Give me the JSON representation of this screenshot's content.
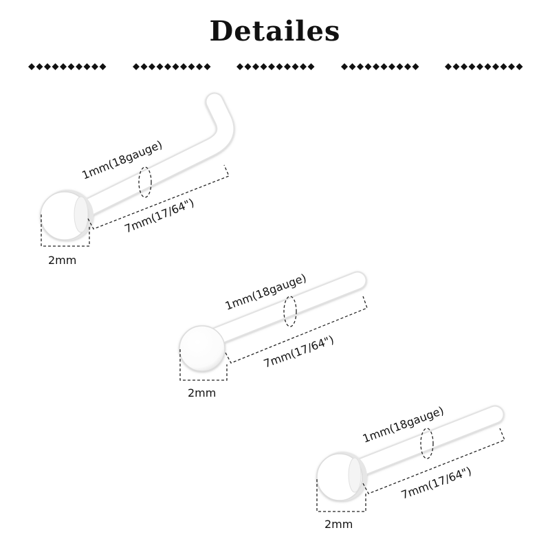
{
  "title": "Detailes",
  "divider_count": 5,
  "studs": [
    {
      "style": "L-bend, flat top",
      "gauge_label": "1mm(18gauge)",
      "length_label": "7mm(17/64\")",
      "top_label": "2mm"
    },
    {
      "style": "straight, ball top",
      "gauge_label": "1mm(18gauge)",
      "length_label": "7mm(17/64\")",
      "top_label": "2mm"
    },
    {
      "style": "straight, flat top",
      "gauge_label": "1mm(18gauge)",
      "length_label": "7mm(17/64\")",
      "top_label": "2mm"
    }
  ],
  "colors": {
    "text": "#111111",
    "stud_fill": "#ffffff",
    "stud_outline": "#d6d6d6",
    "dim_line": "#222222"
  }
}
